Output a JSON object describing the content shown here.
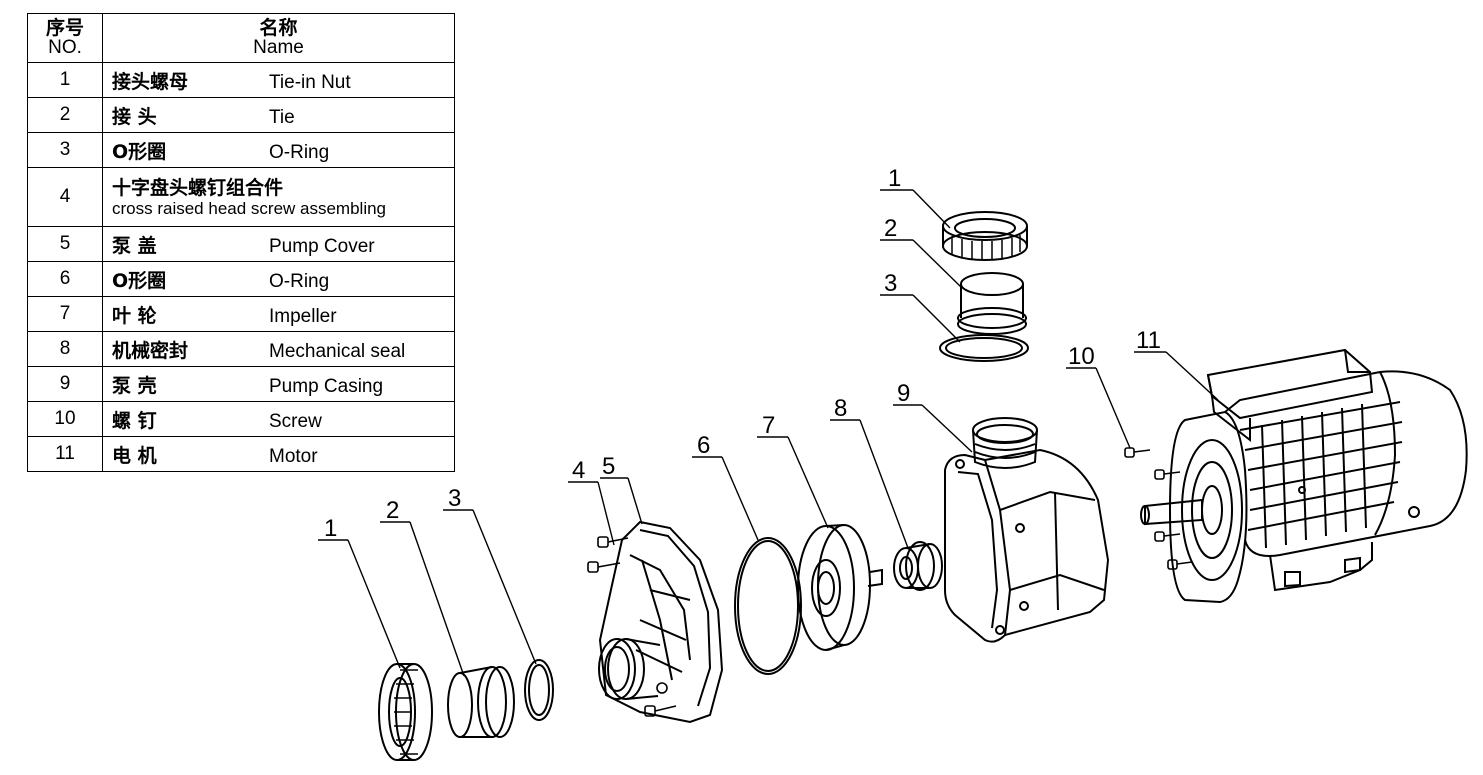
{
  "table": {
    "header": {
      "no_zh": "序号",
      "no_en": "NO.",
      "name_zh": "名称",
      "name_en": "Name"
    },
    "rows": [
      {
        "no": "1",
        "zh": "接头螺母",
        "en": "Tie-in Nut"
      },
      {
        "no": "2",
        "zh": "接 头",
        "en": "Tie"
      },
      {
        "no": "3",
        "zh": "O形圈",
        "en": "O-Ring"
      },
      {
        "no": "4",
        "zh": "十字盘头螺钉组合件",
        "en": "cross raised head screw assembling"
      },
      {
        "no": "5",
        "zh": "泵 盖",
        "en": "Pump Cover"
      },
      {
        "no": "6",
        "zh": "O形圈",
        "en": "O-Ring"
      },
      {
        "no": "7",
        "zh": "叶 轮",
        "en": "Impeller"
      },
      {
        "no": "8",
        "zh": "机械密封",
        "en": "Mechanical seal"
      },
      {
        "no": "9",
        "zh": "泵 壳",
        "en": "Pump Casing"
      },
      {
        "no": "10",
        "zh": "螺 钉",
        "en": "Screw"
      },
      {
        "no": "11",
        "zh": "电 机",
        "en": "Motor"
      }
    ]
  },
  "callouts": {
    "c1a": "1",
    "c2a": "2",
    "c3a": "3",
    "c1b": "1",
    "c2b": "2",
    "c3b": "3",
    "c4": "4",
    "c5": "5",
    "c6": "6",
    "c7": "7",
    "c8": "8",
    "c9": "9",
    "c10": "10",
    "c11": "11"
  }
}
